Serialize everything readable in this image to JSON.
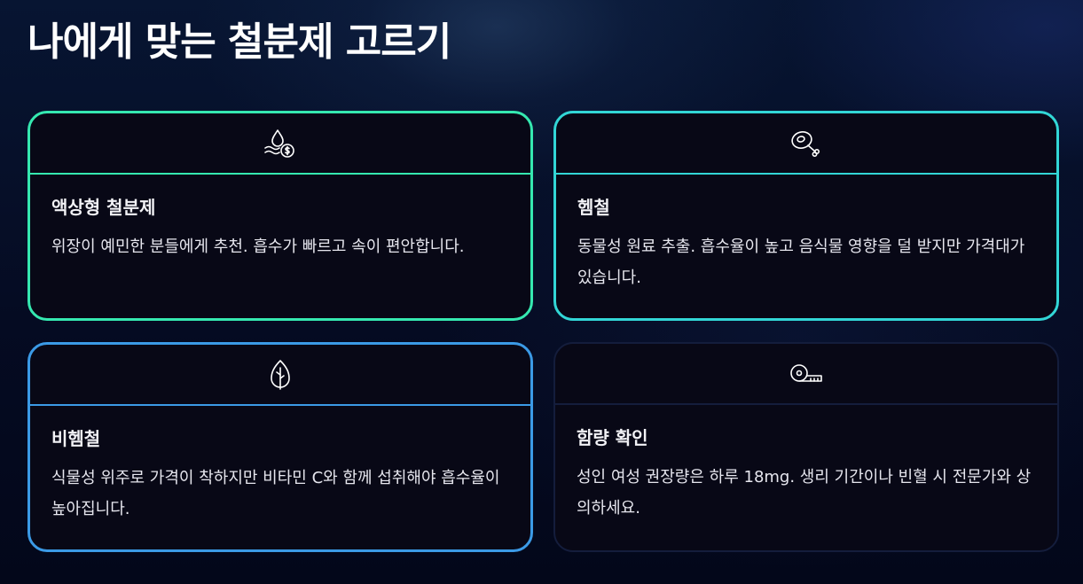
{
  "page": {
    "title": "나에게 맞는 철분제 고르기"
  },
  "cards": [
    {
      "icon": "water-dollar-icon",
      "title": "액상형 철분제",
      "description": "위장이 예민한 분들에게 추천. 흡수가 빠르고 속이 편안합니다.",
      "border_color": "#35e8b0"
    },
    {
      "icon": "meat-icon",
      "title": "헴철",
      "description": "동물성 원료 추출. 흡수율이 높고 음식물 영향을 덜 받지만 가격대가 있습니다.",
      "border_color": "#32d6d6"
    },
    {
      "icon": "leaf-icon",
      "title": "비헴철",
      "description": "식물성 위주로 가격이 착하지만 비타민 C와 함께 섭취해야 흡수율이 높아집니다.",
      "border_color": "#3b9ae6"
    },
    {
      "icon": "tape-measure-icon",
      "title": "함량 확인",
      "description": "성인 여성 권장량은 하루 18mg. 생리 기간이나 빈혈 시 전문가와 상의하세요.",
      "border_color": "#141d3c"
    }
  ]
}
